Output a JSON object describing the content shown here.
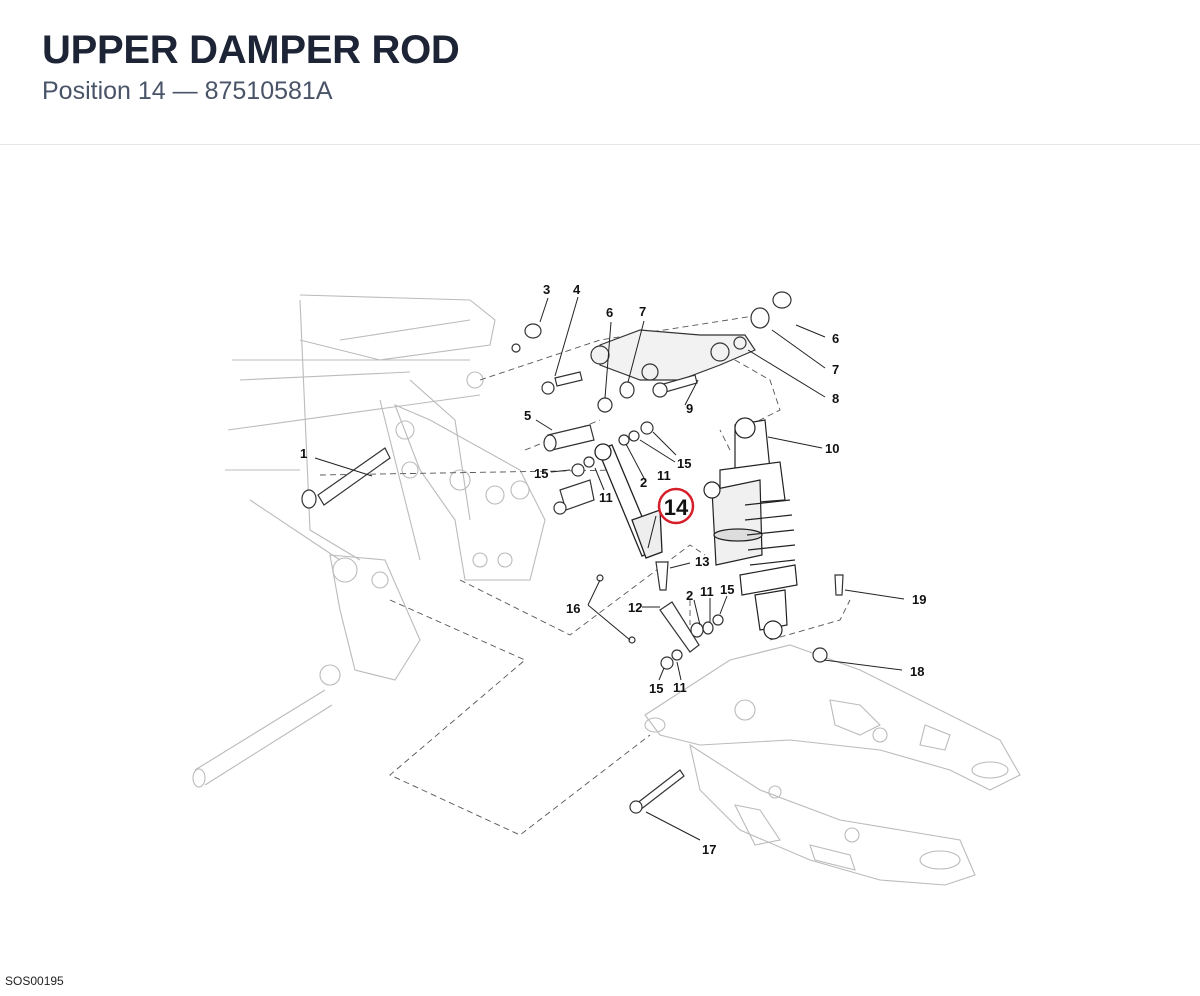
{
  "header": {
    "title": "UPPER DAMPER ROD",
    "subtitle": "Position 14 — 87510581A"
  },
  "diagram": {
    "highlight_label": "14",
    "highlight_color": "#d61f2a",
    "line_color": "#222222",
    "callouts": {
      "c1": "1",
      "c2a": "2",
      "c2b": "2",
      "c3": "3",
      "c4": "4",
      "c5": "5",
      "c6a": "6",
      "c6b": "6",
      "c7a": "7",
      "c7b": "7",
      "c8": "8",
      "c9": "9",
      "c10": "10",
      "c11a": "11",
      "c11b": "11",
      "c11c": "11",
      "c11d": "11",
      "c12": "12",
      "c13": "13",
      "c15a": "15",
      "c15b": "15",
      "c15c": "15",
      "c15d": "15",
      "c16": "16",
      "c17": "17",
      "c18": "18",
      "c19": "19"
    }
  },
  "footer": {
    "code": "SOS00195"
  }
}
